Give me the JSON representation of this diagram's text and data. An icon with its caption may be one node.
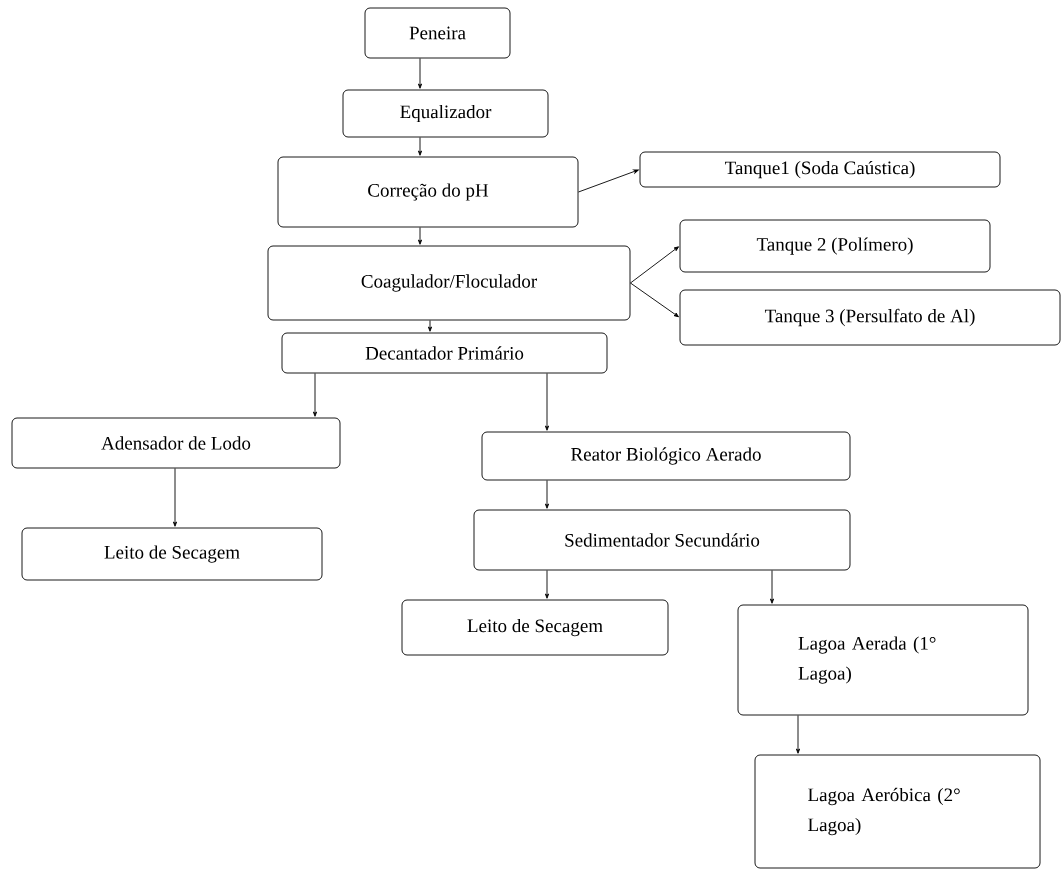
{
  "diagram": {
    "nodes": [
      {
        "text": [
          "Peneira"
        ]
      },
      {
        "text": [
          "Equalizador"
        ]
      },
      {
        "text": [
          "Correção do pH"
        ]
      },
      {
        "text": [
          "Tanque1 (Soda Caústica)"
        ]
      },
      {
        "text": [
          "Coagulador/Floculador"
        ]
      },
      {
        "text": [
          "Tanque 2 (Polímero)"
        ]
      },
      {
        "text": [
          "Tanque 3 (Persulfato de Al)"
        ]
      },
      {
        "text": [
          "Decantador Primário"
        ]
      },
      {
        "text": [
          "Adensador de Lodo"
        ]
      },
      {
        "text": [
          "Leito de Secagem"
        ]
      },
      {
        "text": [
          "Reator Biológico Aerado"
        ]
      },
      {
        "text": [
          "Sedimentador Secundário"
        ]
      },
      {
        "text": [
          "Leito de Secagem"
        ]
      },
      {
        "text": [
          "Lagoa Aerada (1° Lagoa)"
        ]
      },
      {
        "text": [
          "Lagoa Aeróbica (2° Lagoa)"
        ]
      }
    ],
    "edges": [
      {
        "from": 0,
        "to": 1,
        "arrow": "to"
      },
      {
        "from": 1,
        "to": 2,
        "arrow": "to"
      },
      {
        "from": 2,
        "to": 3,
        "arrow": "to"
      },
      {
        "from": 2,
        "to": 4,
        "arrow": "to"
      },
      {
        "from": 4,
        "to": 5,
        "arrow": "to"
      },
      {
        "from": 4,
        "to": 6,
        "arrow": "to"
      },
      {
        "from": 4,
        "to": 7,
        "arrow": "to"
      },
      {
        "from": 7,
        "to": 8,
        "arrow": "to"
      },
      {
        "from": 7,
        "to": 10,
        "arrow": "to"
      },
      {
        "from": 8,
        "to": 9,
        "arrow": "to"
      },
      {
        "from": 10,
        "to": 11,
        "arrow": "to"
      },
      {
        "from": 11,
        "to": 12,
        "arrow": "to"
      },
      {
        "from": 11,
        "to": 13,
        "arrow": "to"
      },
      {
        "from": 13,
        "to": 14,
        "arrow": "to"
      }
    ]
  }
}
